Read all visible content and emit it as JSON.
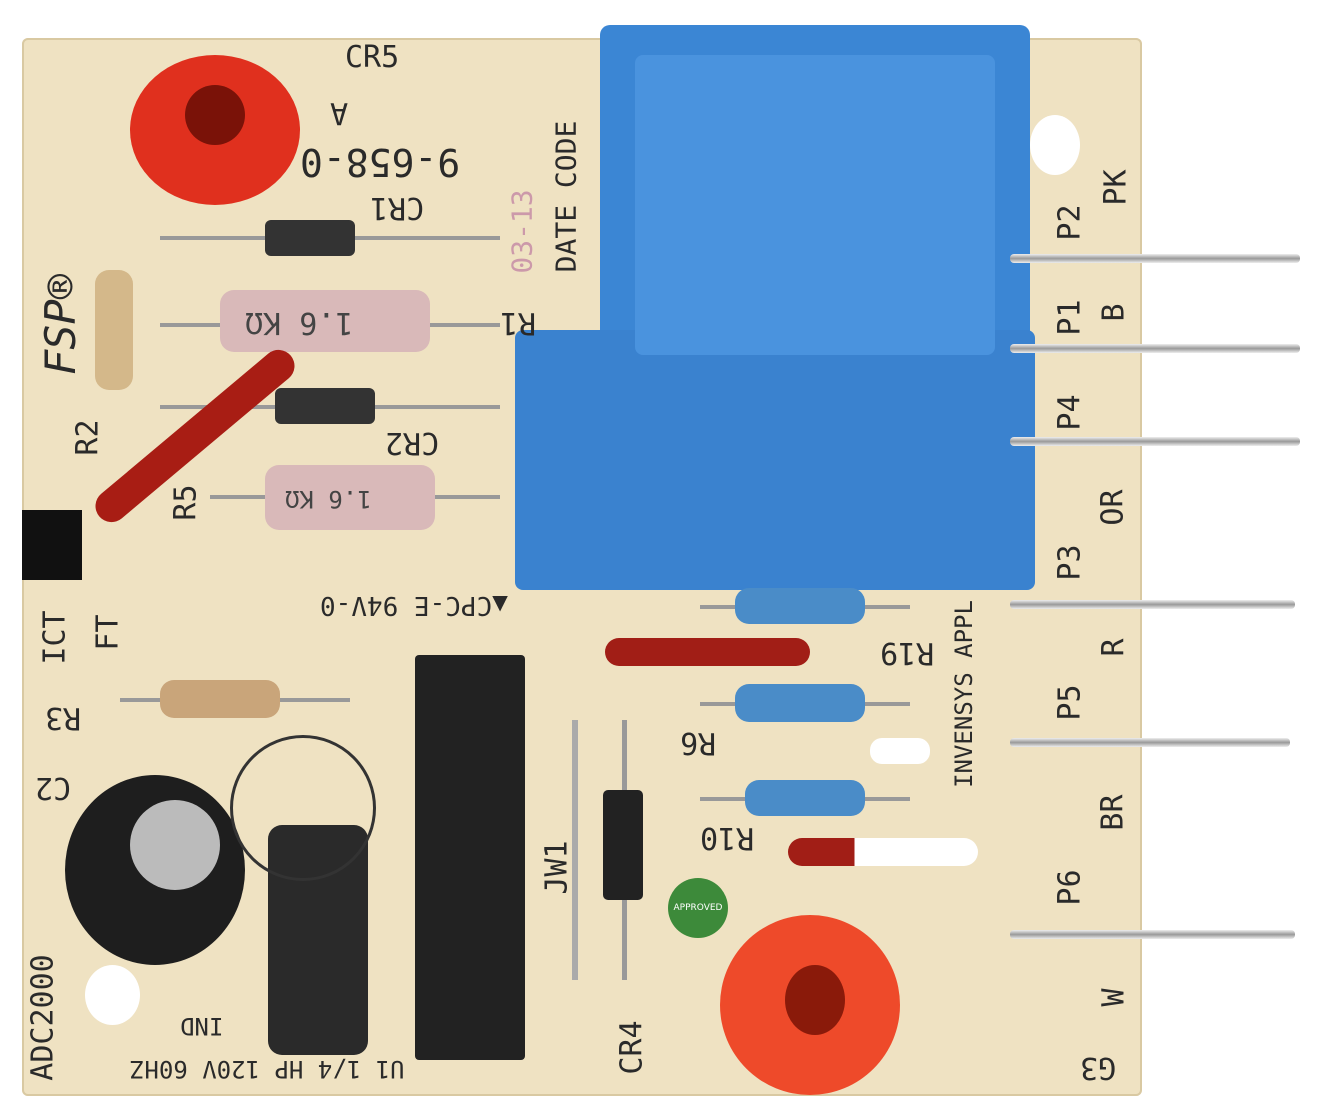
{
  "labels": {
    "cr5": "CR5",
    "a": "A",
    "part_no": "9-658-0",
    "date_code": "DATE CODE",
    "date_val": "03-13",
    "cr1": "CR1",
    "r1": "R1",
    "r1_value": "1.6 KΩ",
    "cr2": "CR2",
    "r5": "R5",
    "r5_value": "1.6 KΩ",
    "r2": "R2",
    "fsp": "FSP®",
    "ict": "ICT",
    "ft": "FT",
    "cpc": "▲CPC-E 94V-0",
    "r19": "R19",
    "r6": "R6",
    "r10": "R10",
    "jw1": "JW1",
    "cr4": "CR4",
    "r3": "R3",
    "c2": "C2",
    "adc": "ADC2000",
    "rating": "U1 1/4 HP 120V 60HZ",
    "ind": "IND",
    "invensys": "INVENSYS APPL",
    "g3": "G3"
  },
  "pins": [
    {
      "id": "P2",
      "color": "PK"
    },
    {
      "id": "P1",
      "color": "B"
    },
    {
      "id": "P4",
      "color": ""
    },
    {
      "id": "",
      "color": "OR"
    },
    {
      "id": "P3",
      "color": "R"
    },
    {
      "id": "P5",
      "color": "BR"
    },
    {
      "id": "P6",
      "color": "W"
    }
  ],
  "badge": "APPROVED",
  "colors": {
    "board": "#efe2c2",
    "relay": "#3b86d4",
    "terminal": "#e0301e"
  }
}
